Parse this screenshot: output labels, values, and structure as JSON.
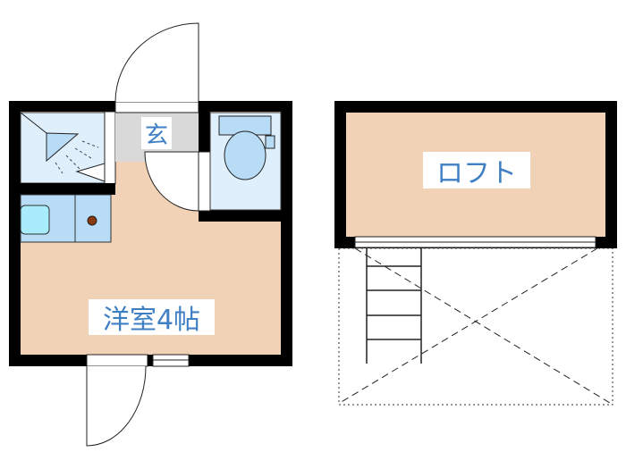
{
  "floorplan": {
    "rooms": {
      "entrance": {
        "label": "玄"
      },
      "western_room": {
        "label": "洋室4帖"
      },
      "loft": {
        "label": "ロフト"
      }
    }
  },
  "colors": {
    "wall": "#000000",
    "room_floor": "#f2d2b6",
    "wet_area": "#dff0fc",
    "fixture": "#b8dbf6",
    "sink_basin": "#a9ecfb",
    "entrance_floor": "#d9d9d9",
    "label_text": "#3f7fc4",
    "stove_burner": "#8a3a0a"
  }
}
